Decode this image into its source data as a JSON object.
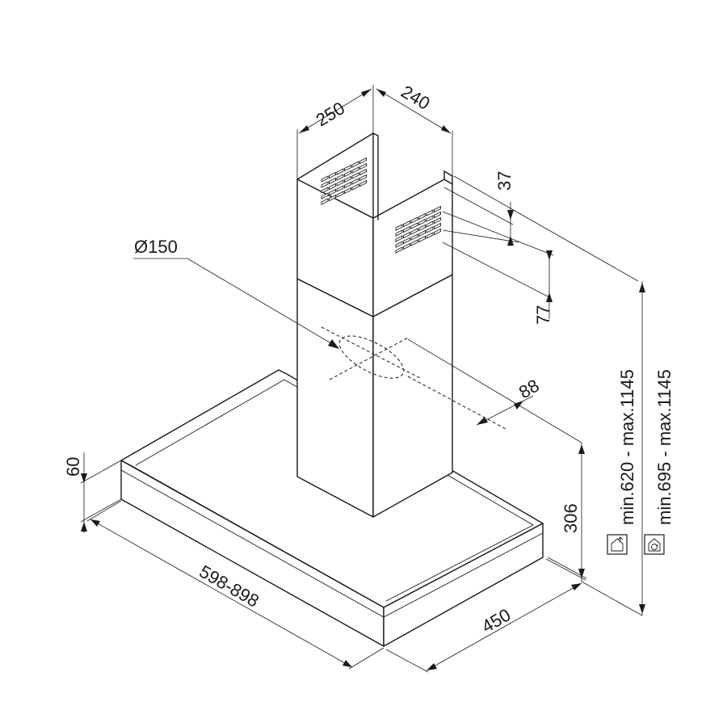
{
  "dimensions": {
    "chimney_width": "250",
    "chimney_depth": "240",
    "top_offset": "37",
    "vent_offset": "77",
    "outlet_diameter": "Ø150",
    "outlet_offset": "88",
    "canopy_thickness": "60",
    "width": "598-898",
    "depth": "450",
    "canopy_height": "306",
    "height_extraction": "min.620 - max.1145",
    "height_recirculation": "min.695 - max.1145"
  },
  "icons": [
    "extraction-mode-icon",
    "recirculation-mode-icon"
  ]
}
